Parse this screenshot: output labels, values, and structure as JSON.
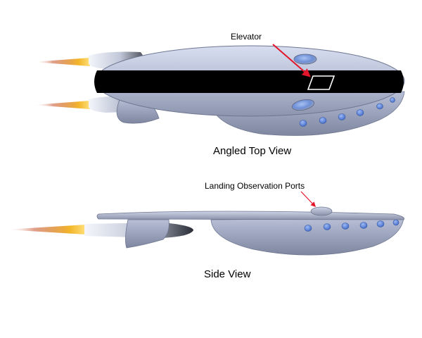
{
  "labels": {
    "elevator": "Elevator",
    "angled_top_view": "Angled Top View",
    "landing_ports": "Landing Observation Ports",
    "side_view": "Side View"
  },
  "colors": {
    "hull_light": "#ced4e8",
    "hull_mid": "#a9b1cb",
    "hull_dark": "#6e7690",
    "band": "#000000",
    "port_fill": "#5c87e0",
    "arrow": "#e3152a",
    "flame_inner": "#f2b52a",
    "flame_outer": "#c7542e"
  }
}
